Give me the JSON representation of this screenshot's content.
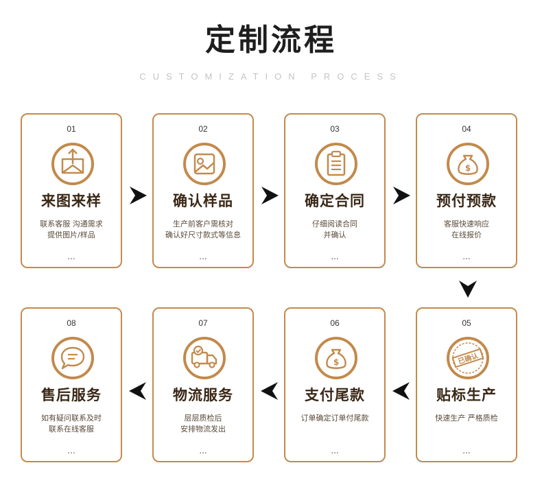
{
  "header": {
    "title": "定制流程",
    "subtitle": "CUSTOMIZATION PROCESS"
  },
  "colors": {
    "accent": "#c28a4c",
    "title": "#3a2715",
    "arrow": "#111111"
  },
  "steps": [
    {
      "num": "01",
      "title": "来图来样",
      "desc1": "联系客服 沟通需求",
      "desc2": "提供图片/样品",
      "more": "...",
      "icon": "envelope-icon"
    },
    {
      "num": "02",
      "title": "确认样品",
      "desc1": "生产前客户需核对",
      "desc2": "确认好尺寸款式等信息",
      "more": "...",
      "icon": "image-icon"
    },
    {
      "num": "03",
      "title": "确定合同",
      "desc1": "仔细阅读合同",
      "desc2": "并确认",
      "more": "...",
      "icon": "clipboard-icon"
    },
    {
      "num": "04",
      "title": "预付预款",
      "desc1": "客服快速响应",
      "desc2": "在线报价",
      "more": "...",
      "icon": "money-bag-icon"
    },
    {
      "num": "05",
      "title": "贴标生产",
      "desc1": "快速生产 严格质检",
      "desc2": "",
      "more": "...",
      "icon": "confirmed-stamp-icon",
      "stamp_text": "已确认"
    },
    {
      "num": "06",
      "title": "支付尾款",
      "desc1": "订单确定订单付尾款",
      "desc2": "",
      "more": "...",
      "icon": "money-bag-icon"
    },
    {
      "num": "07",
      "title": "物流服务",
      "desc1": "层层质检后",
      "desc2": "安排物流发出",
      "more": "...",
      "icon": "delivery-truck-icon"
    },
    {
      "num": "08",
      "title": "售后服务",
      "desc1": "如有疑问联系及时",
      "desc2": "联系在线客服",
      "more": "...",
      "icon": "chat-bubble-icon"
    }
  ]
}
